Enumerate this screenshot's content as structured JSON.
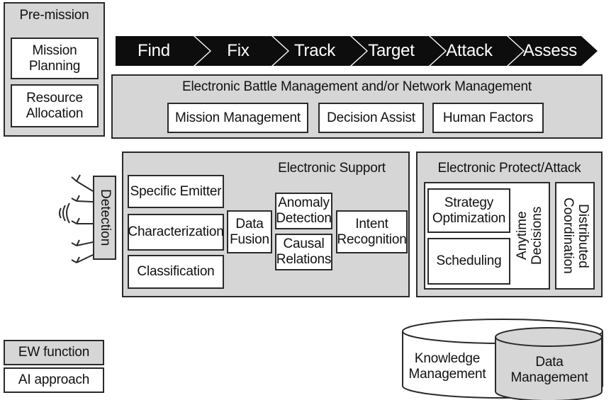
{
  "premission": {
    "title": "Pre-mission",
    "items": [
      "Mission\nPlanning",
      "Resource\nAllocation"
    ]
  },
  "kill_chain": {
    "steps": [
      "Find",
      "Fix",
      "Track",
      "Target",
      "Attack",
      "Assess"
    ]
  },
  "battle_mgmt": {
    "title": "Electronic Battle Management and/or Network Management",
    "items": [
      "Mission Management",
      "Decision Assist",
      "Human Factors"
    ]
  },
  "detection": {
    "label": "Detection"
  },
  "support": {
    "title": "Electronic Support",
    "emitter": [
      "Specific Emitter",
      "Characterization",
      "Classification"
    ],
    "data_fusion": "Data\nFusion",
    "anomaly": "Anomaly\nDetection",
    "causal": "Causal\nRelations",
    "intent": "Intent\nRecognition"
  },
  "protect": {
    "title": "Electronic Protect/Attack",
    "strategy": "Strategy\nOptimization",
    "scheduling": "Scheduling",
    "anytime": "Anytime\nDecisions",
    "distributed": "Distributed\nCoordination"
  },
  "legend": {
    "ew_function": "EW function",
    "ai_approach": "AI approach"
  },
  "databases": {
    "knowledge": "Knowledge\nManagement",
    "data": "Data\nManagement"
  }
}
